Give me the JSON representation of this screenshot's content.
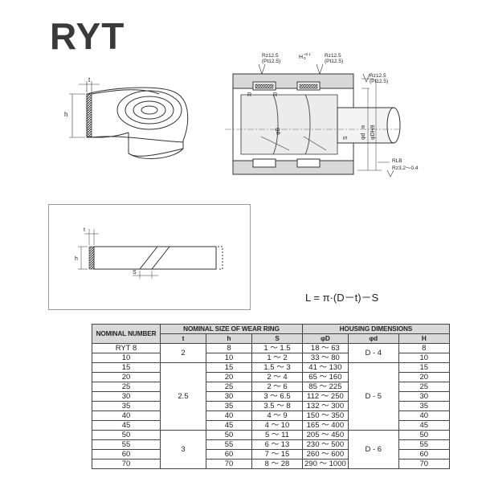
{
  "title": "RYT",
  "formula": {
    "text": "L = π·(D－t)－S"
  },
  "coil_labels": {
    "t": "t",
    "h": "h"
  },
  "section_labels": {
    "rz_left": "Rz12.5",
    "pt_left": "(Pt12.5)",
    "h_tol": "H",
    "h_tol_sup": "+0.1",
    "h_tol_sub": "0",
    "rz_right": "Rz12.5",
    "pt_right": "(Pt12.5)",
    "rz_far": "Rz12.5",
    "pt_far": "(Pt12.5)",
    "r_left": "R",
    "r_right": "R",
    "phi_b": "φB",
    "s": "S",
    "phi_d": "φd",
    "phi_d_tol": "f8",
    "phi_dh": "φDH9",
    "rlb": "RLB",
    "rz_range": "Rz3.2～0.4"
  },
  "cut_labels": {
    "t": "t",
    "h": "h",
    "s": "S"
  },
  "table": {
    "header_nominal": "NOMINAL NUMBER",
    "header_wear": "NOMINAL SIZE OF WEAR RING",
    "header_housing": "HOUSING DIMENSIONS",
    "sub_t": "t",
    "sub_h": "h",
    "sub_s": "S",
    "sub_phiD": "φD",
    "sub_phid": "φd",
    "sub_H": "H",
    "groups": [
      {
        "t": "2",
        "d": "D - 4",
        "rows": [
          {
            "n": "RYT 8",
            "h": "8",
            "s": "1 ～ 1.5",
            "D": "18 ～ 63",
            "H": "8"
          },
          {
            "n": "10",
            "h": "10",
            "s": "1 ～ 2",
            "D": "33 ～ 80",
            "H": "10"
          }
        ]
      },
      {
        "t": "2.5",
        "d": "D - 5",
        "rows": [
          {
            "n": "15",
            "h": "15",
            "s": "1.5 ～ 3",
            "D": "41 ～ 130",
            "H": "15"
          },
          {
            "n": "20",
            "h": "20",
            "s": "2 ～ 4",
            "D": "65 ～ 160",
            "H": "20"
          },
          {
            "n": "25",
            "h": "25",
            "s": "2 ～ 6",
            "D": "85 ～ 225",
            "H": "25"
          },
          {
            "n": "30",
            "h": "30",
            "s": "3 ～ 6.5",
            "D": "112 ～ 250",
            "H": "30"
          },
          {
            "n": "35",
            "h": "35",
            "s": "3.5 ～ 8",
            "D": "132 ～ 300",
            "H": "35"
          },
          {
            "n": "40",
            "h": "40",
            "s": "4 ～ 9",
            "D": "150 ～ 350",
            "H": "40"
          },
          {
            "n": "45",
            "h": "45",
            "s": "4 ～ 10",
            "D": "165 ～ 400",
            "H": "45"
          }
        ]
      },
      {
        "t": "3",
        "d": "D - 6",
        "rows": [
          {
            "n": "50",
            "h": "50",
            "s": "5 ～ 11",
            "D": "205 ～ 450",
            "H": "50"
          },
          {
            "n": "55",
            "h": "55",
            "s": "6 ～ 13",
            "D": "230 ～ 500",
            "H": "55"
          },
          {
            "n": "60",
            "h": "60",
            "s": "7 ～ 15",
            "D": "260 ～ 600",
            "H": "60"
          },
          {
            "n": "70",
            "h": "70",
            "s": "8 ～ 28",
            "D": "290 ～ 1000",
            "H": "70"
          }
        ]
      }
    ]
  }
}
